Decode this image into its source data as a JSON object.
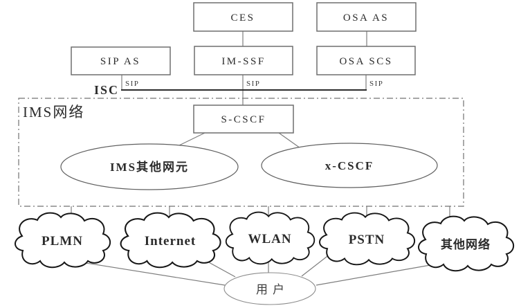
{
  "nodes": {
    "ces": "CES",
    "osa_as": "OSA AS",
    "sip_as": "SIP AS",
    "im_ssf": "IM-SSF",
    "osa_scs": "OSA SCS",
    "s_cscf": "S-CSCF",
    "ims_other": "IMS其他网元",
    "x_cscf": "x-CSCF",
    "user": "用户"
  },
  "labels": {
    "isc": "ISC",
    "sip": "SIP",
    "ims_network": "IMS网络"
  },
  "clouds": [
    "PLMN",
    "Internet",
    "WLAN",
    "PSTN",
    "其他网络"
  ],
  "colors": {
    "background": "#ffffff",
    "box_border": "#6e6e6e",
    "line": "#7d7d7d",
    "isc_line": "#2b2b2b",
    "dashed_border": "#707070",
    "cloud_border": "#161616",
    "text": "#2b2b2b"
  }
}
